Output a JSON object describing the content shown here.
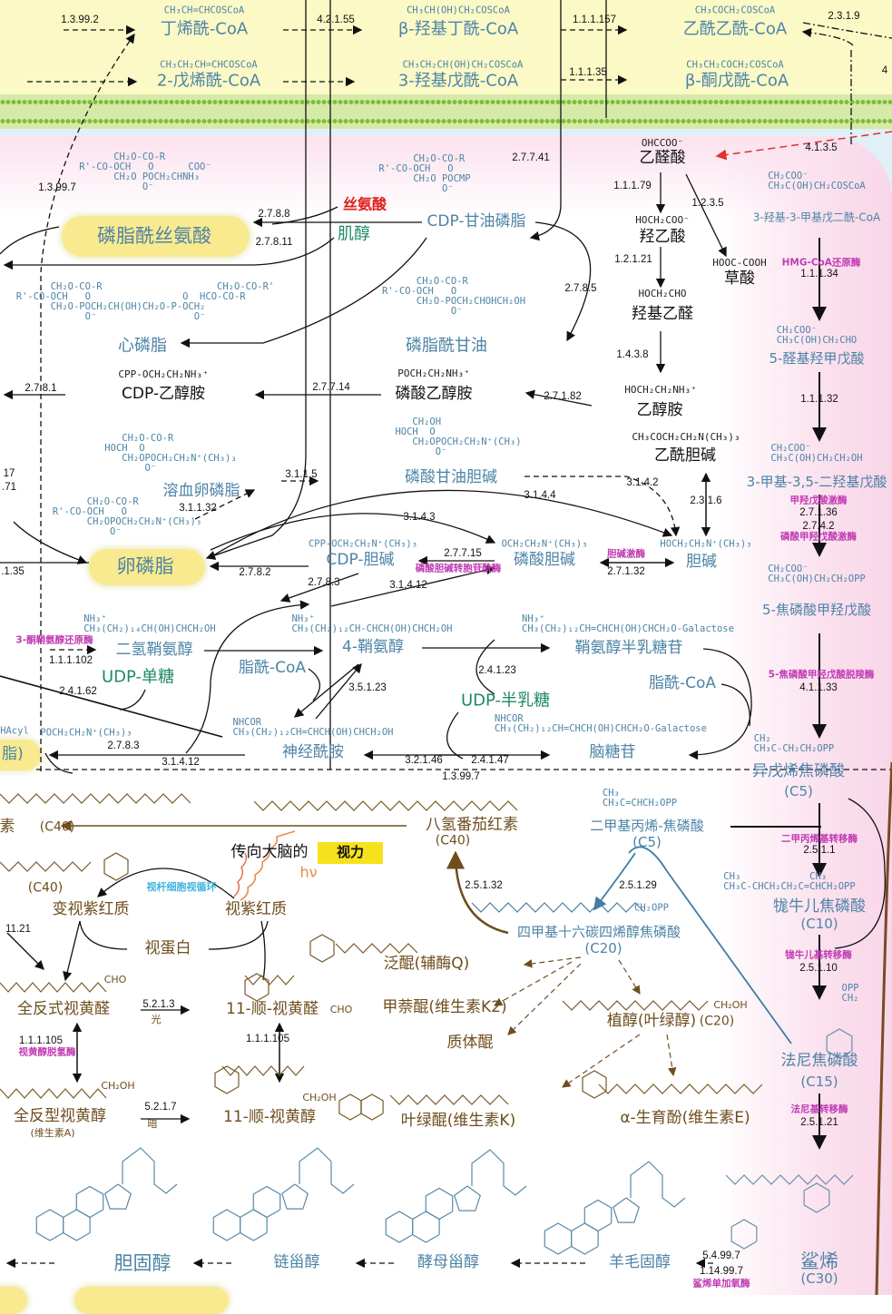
{
  "colors": {
    "compound": "#4d84a6",
    "enzyme_name": "#c03cb4",
    "carotenoid": "#6e4e1d",
    "serine": "#e0201c",
    "nucleotide_sugar": "#1f8a63",
    "highlight": "#f6e21c"
  },
  "labels": {
    "compounds": [
      "丁烯酰-CoA",
      "β-羟基丁酰-CoA",
      "乙酰乙酰-CoA",
      "2-戊烯酰-CoA",
      "3-羟基戊酰-CoA",
      "β-酮戊酰-CoA",
      "磷脂酰丝氨酸",
      "丝氨酸",
      "肌醇",
      "CDP-甘油磷脂",
      "心磷脂",
      "磷脂酰甘油",
      "CDP-乙醇胺",
      "磷酸乙醇胺",
      "溶血卵磷脂",
      "磷酸甘油胆碱",
      "卵磷脂",
      "CDP-胆碱",
      "磷酸胆碱",
      "胆碱",
      "乙醛酸",
      "羟乙酸",
      "草酸",
      "羟基乙醛",
      "乙醇胺",
      "乙酰胆碱",
      "3-羟基-3-甲基戊二酰-CoA",
      "5-醛基羟甲戊酸",
      "3-甲基-3,5-二羟基戊酸",
      "5-焦磷酸甲羟戊酸",
      "异戊烯焦磷酸",
      "牻牛儿焦磷酸",
      "法尼焦磷酸",
      "鲨烯",
      "二氢鞘氨醇",
      "UDP-单糖",
      "4-鞘氨醇",
      "脂酰-CoA",
      "神经酰胺",
      "UDP-半乳糖",
      "鞘氨醇半乳糖苷",
      "脂酰-CoA",
      "脑糖苷",
      "八氢番茄红素",
      "二甲基丙烯-焦磷酸",
      "变视紫红质",
      "视紫红质",
      "视蛋白",
      "四甲基十六碳四烯醇焦磷酸",
      "泛醌(辅酶Q)",
      "甲萘醌(维生素K2)",
      "植醇(叶绿醇)",
      "质体醌",
      "全反式视黄醛",
      "11-顺-视黄醛",
      "全反型视黄醇",
      "11-顺-视黄醇",
      "叶绿醌(维生素K)",
      "α-生育酚(维生素E)",
      "胆固醇",
      "链甾醇",
      "酵母甾醇",
      "羊毛固醇",
      "素",
      "脂)"
    ],
    "enzymes": [
      "1.3.99.2",
      "4.2.1.55",
      "1.1.1.157",
      "2.3.1.9",
      "1.1.1.35",
      "1.3.99.7",
      "2.7.8.8",
      "2.7.8.11",
      "2.7.7.41",
      "2.7.8.5",
      "2.7.8.1",
      "2.7.7.14",
      "2.7.1.82",
      "3.1.1.5",
      "3.1.1.32",
      "3.1.4.2",
      "3.1.4.4",
      "3.1.4.3",
      "2.7.8.2",
      "2.7.7.15",
      "2.7.1.32",
      "2.3.1.6",
      "2.7.8.3",
      "3.1.4.12",
      "1.1.1.79",
      "1.2.3.5",
      "1.2.1.21",
      "1.4.3.8",
      "4.1.3.5",
      "1.1.1.34",
      "1.1.1.32",
      "2.7.1.36",
      "2.7.4.2",
      "4.1.1.33",
      "2.5.1.1",
      "2.5.1.10",
      "2.5.1.21",
      "5.4.99.7",
      "1.14.99.7",
      "1.1.1.102",
      "2.4.1.62",
      "3.5.1.23",
      "2.4.1.23",
      "3.2.1.46",
      "2.4.1.47",
      "1.3.99.7",
      "2.7.8.3",
      "3.1.4.12",
      "2.5.1.32",
      "2.5.1.29",
      "11.21",
      "5.2.1.3",
      "1.1.1.105",
      "1.1.1.105",
      "5.2.1.7",
      ".1.35",
      "17",
      ".71",
      "4"
    ],
    "enzyme_names": [
      "HMG-CoA还原酶",
      "甲羟戊酸激酶",
      "磷酸甲羟戊酸激酶",
      "5-焦磷酸甲羟戊酸脱羧酶",
      "二甲丙烯基转移酶",
      "牻牛儿基转移酶",
      "法尼基转移酶",
      "鲨烯单加氧酶",
      "3-酮鞘氨醇还原酶",
      "磷酸胆碱转胞苷酰酶",
      "胆碱激酶",
      "视黄醇脱氢酶"
    ],
    "formulas": [
      "CH₃CH=CHCOSCoA",
      "CH₃CH(OH)CH₂COSCoA",
      "CH₃COCH₂COSCoA",
      "CH₃CH₂CH=CHCOSCoA",
      "CH₃CH₂CH(OH)CH₂COSCoA",
      "CH₃CH₂COCH₂COSCoA",
      "      CH₂O-CO-R\nR'-CO-OCH   O      COO⁻\n      CH₂O POCH₂CHNH₃\n           O⁻",
      "      CH₂O-CO-R\nR'-CO-OCH   O\n      CH₂O POCMP\n           O⁻",
      "      CH₂O-CO-R                    CH₂O-CO-R'\nR'-CO-OCH   O                O  HCO-CO-R\n      CH₂O-POCH₂CH(OH)CH₂O-P-OCH₂\n            O⁻                 O⁻",
      "      CH₂O-CO-R\nR'-CO-OCH   O\n      CH₂O-POCH₂CHOHCH₂OH\n            O⁻",
      "   CH₂O-CO-R\nHOCH  O\n   CH₂OPOCH₂CH₂N⁺(CH₃)₃\n       O⁻",
      "   CH₂OH\nHOCH  O\n   CH₂OPOCH₂CH₂N⁺(CH₃)\n       O⁻",
      "      CH₂O-CO-R\nR'-CO-OCH   O\n      CH₂OPOCH₂CH₂N⁺(CH₃)₃\n          O⁻",
      "CPP-OCH₂CH₂N⁺(CH₃)₃",
      "OCH₂CH₂N⁺(CH₃)₃",
      "HOCH₂CH₂N⁺(CH₃)₃",
      "CH₂COO⁻\nCH₃C(OH)CH₂COSCoA",
      "CH₂COO⁻\nCH₃C(OH)CH₂CHO",
      "CH₂COO⁻\nCH₃C(OH)CH₂CH₂OH",
      "CH₂COO⁻\nCH₃C(OH)CH₂CH₂OPP",
      "CH₂\nCH₃C-CH₂CH₂OPP",
      "CH₃\nCH₃C=CHCH₂OPP",
      "CH₃            CH₃\nCH₃C-CHCH₂CH₂C=CHCH₂OPP",
      "NH₃⁺\nCH₃(CH₂)₁₄CH(OH)CHCH₂OH",
      "NH₃⁺\nCH₃(CH₂)₁₂CH-CHCH(OH)CHCH₂OH",
      "NH₃⁺\nCH₃(CH₂)₁₂CH=CHCH(OH)CHCH₂O-Galactose",
      "NHCOR\nCH₃(CH₂)₁₂CH=CHCH(OH)CHCH₂OH",
      "NHCOR\nCH₃(CH₂)₁₂CH=CHCH(OH)CHCH₂O-Galactose",
      "POCH₂CH₂N⁺(CH₃)₃",
      "HAcyl",
      "CH₂OPP",
      "OPP\nCH₂"
    ],
    "formulas_black": [
      "CPP-OCH₂CH₂NH₃⁺",
      "POCH₂CH₂NH₃⁺",
      "OHCCOO⁻",
      "HOCH₂COO⁻",
      "HOOC-COOH",
      "HOCH₂CHO",
      "HOCH₂CH₂NH₃⁺",
      "CH₃COCH₂CH₂N(CH₃)₃"
    ],
    "formulas_brown": [
      "CHO",
      "CHO",
      "CH₂OH",
      "CH₂OH",
      "CH₂OH"
    ],
    "notes": [
      "(C40)",
      "(C5)",
      "(C5)",
      "(C10)",
      "(C15)",
      "(C30)",
      "(C20)",
      "(C20)",
      "(C40)",
      "(C40)",
      "(维生素A)",
      "光",
      "暗",
      "传向大脑的"
    ]
  },
  "vision_highlight": "视力",
  "light_symbol": "hν",
  "rod_cycle": "视杆细胞视循环"
}
